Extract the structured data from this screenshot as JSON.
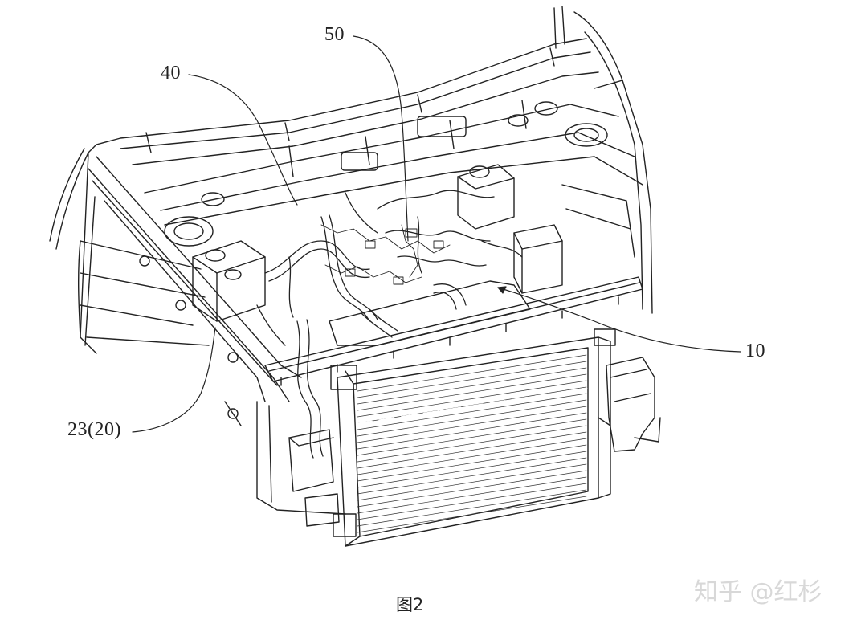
{
  "labels": {
    "ref_50": "50",
    "ref_40": "40",
    "ref_10": "10",
    "ref_23": "23(20)"
  },
  "caption": "图2",
  "watermark": "知乎 @红杉",
  "colors": {
    "ink": "#222222",
    "watermark": "#d8d8d8",
    "background": "#ffffff"
  }
}
